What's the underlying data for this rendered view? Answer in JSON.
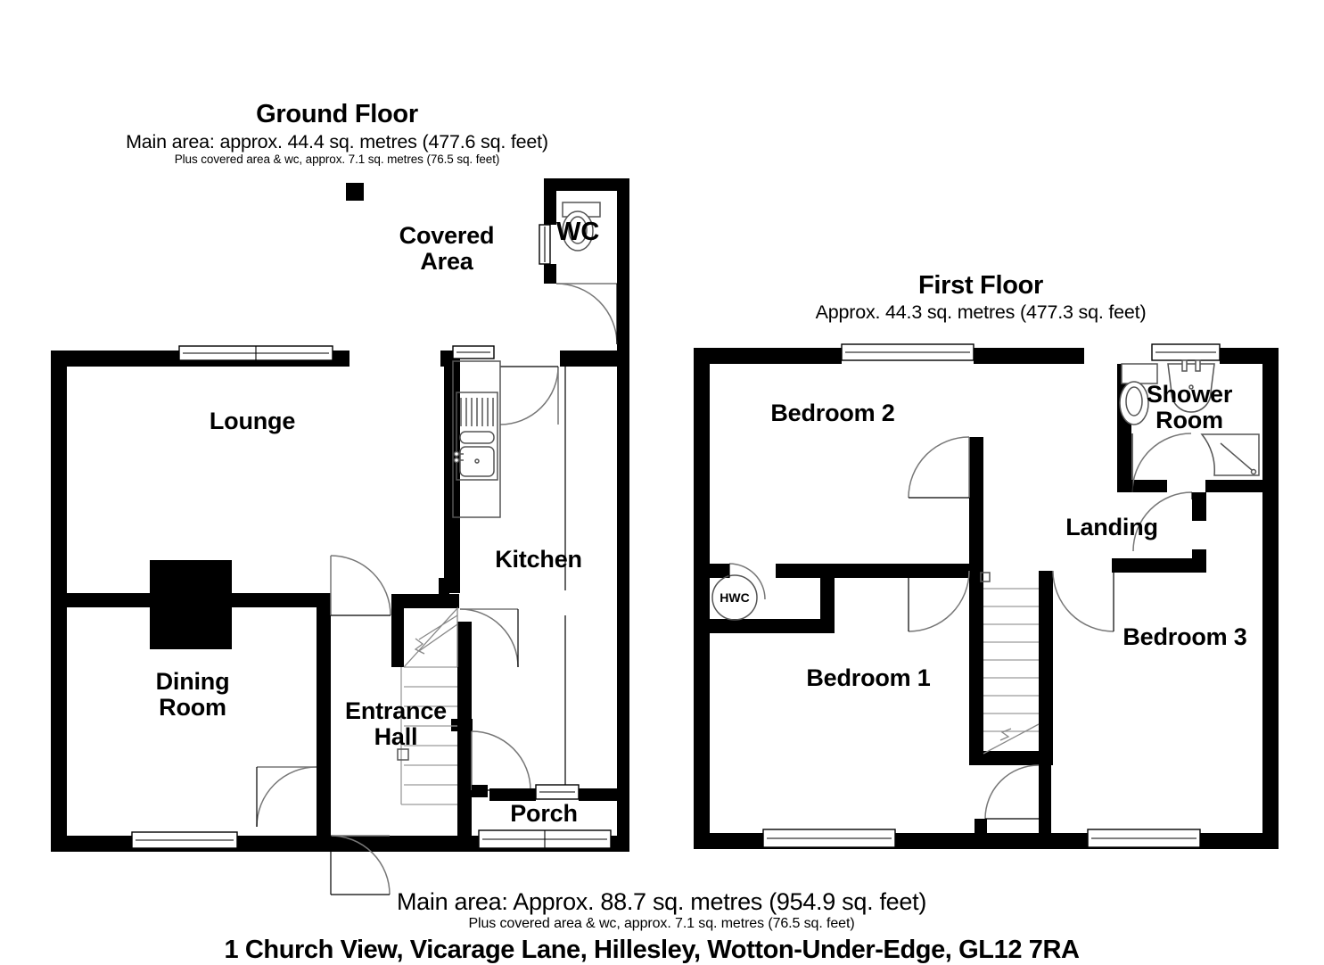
{
  "ground_floor": {
    "title": "Ground Floor",
    "subtitle": "Main area: approx. 44.4 sq. metres (477.6 sq. feet)",
    "subtitle2": "Plus covered area & wc, approx. 7.1 sq. metres (76.5 sq. feet)",
    "rooms": [
      {
        "name": "covered-area",
        "label": "Covered\nArea",
        "label_line1": "Covered",
        "label_line2": "Area"
      },
      {
        "name": "wc",
        "label": "WC"
      },
      {
        "name": "lounge",
        "label": "Lounge"
      },
      {
        "name": "kitchen",
        "label": "Kitchen"
      },
      {
        "name": "dining-room",
        "label_line1": "Dining",
        "label_line2": "Room"
      },
      {
        "name": "entrance-hall",
        "label_line1": "Entrance",
        "label_line2": "Hall"
      },
      {
        "name": "porch",
        "label": "Porch"
      }
    ],
    "labels": {
      "covered_area_1": "Covered",
      "covered_area_2": "Area",
      "wc": "WC",
      "lounge": "Lounge",
      "kitchen": "Kitchen",
      "dining_1": "Dining",
      "dining_2": "Room",
      "entrance_1": "Entrance",
      "entrance_2": "Hall",
      "porch": "Porch"
    }
  },
  "first_floor": {
    "title": "First Floor",
    "subtitle": "Approx. 44.3 sq. metres (477.3 sq. feet)",
    "labels": {
      "bedroom2": "Bedroom 2",
      "bedroom1": "Bedroom 1",
      "bedroom3": "Bedroom 3",
      "shower_1": "Shower",
      "shower_2": "Room",
      "landing": "Landing",
      "hwc": "HWC"
    }
  },
  "footer": {
    "main_area": "Main area: Approx. 88.7 sq. metres (954.9 sq. feet)",
    "plus_area": "Plus covered area & wc, approx. 7.1 sq. metres (76.5 sq. feet)",
    "address": "1 Church View, Vicarage Lane, Hillesley, Wotton-Under-Edge, GL12 7RA"
  },
  "colors": {
    "wall": "#000000",
    "background": "#ffffff",
    "fixture_stroke": "#555555",
    "door_swing": "#777777"
  }
}
